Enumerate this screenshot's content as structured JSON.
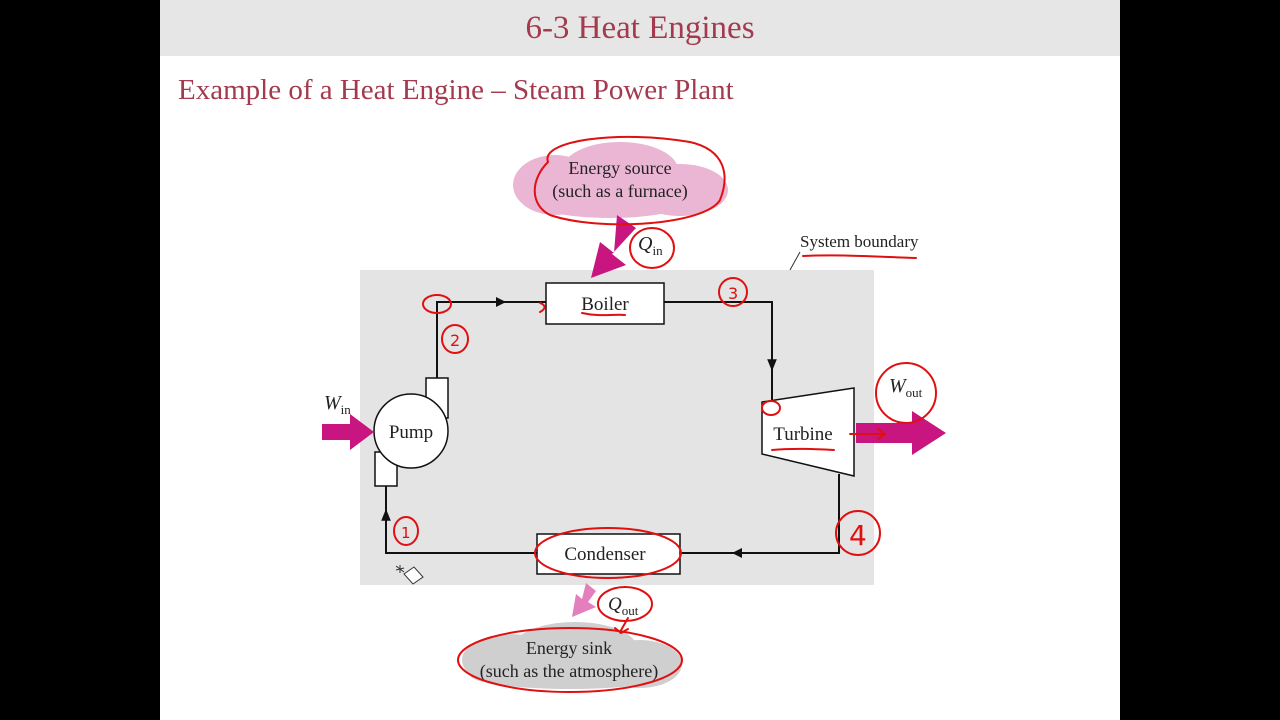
{
  "slide": {
    "title": "6-3 Heat Engines",
    "subtitle": "Example of a Heat Engine – Steam Power Plant"
  },
  "diagram": {
    "energy_source": {
      "line1": "Energy source",
      "line2": "(such as a furnace)"
    },
    "q_in": {
      "symbol": "Q",
      "subscript": "in"
    },
    "system_boundary": "System boundary",
    "boiler": "Boiler",
    "turbine": "Turbine",
    "pump": "Pump",
    "condenser": "Condenser",
    "w_in": {
      "symbol": "W",
      "subscript": "in"
    },
    "w_out": {
      "symbol": "W",
      "subscript": "out"
    },
    "q_out": {
      "symbol": "Q",
      "subscript": "out"
    },
    "energy_sink": {
      "line1": "Energy sink",
      "line2": "(such as the atmosphere)"
    },
    "state_points": [
      "1",
      "2",
      "3",
      "4"
    ]
  },
  "colors": {
    "title": "#a33a4e",
    "arrow_magenta": "#c8157f",
    "annotation_red": "#e01010",
    "boundary_fill": "#e4e4e4",
    "source_fill": "#eab6d4",
    "sink_fill": "#cfcfcf"
  }
}
